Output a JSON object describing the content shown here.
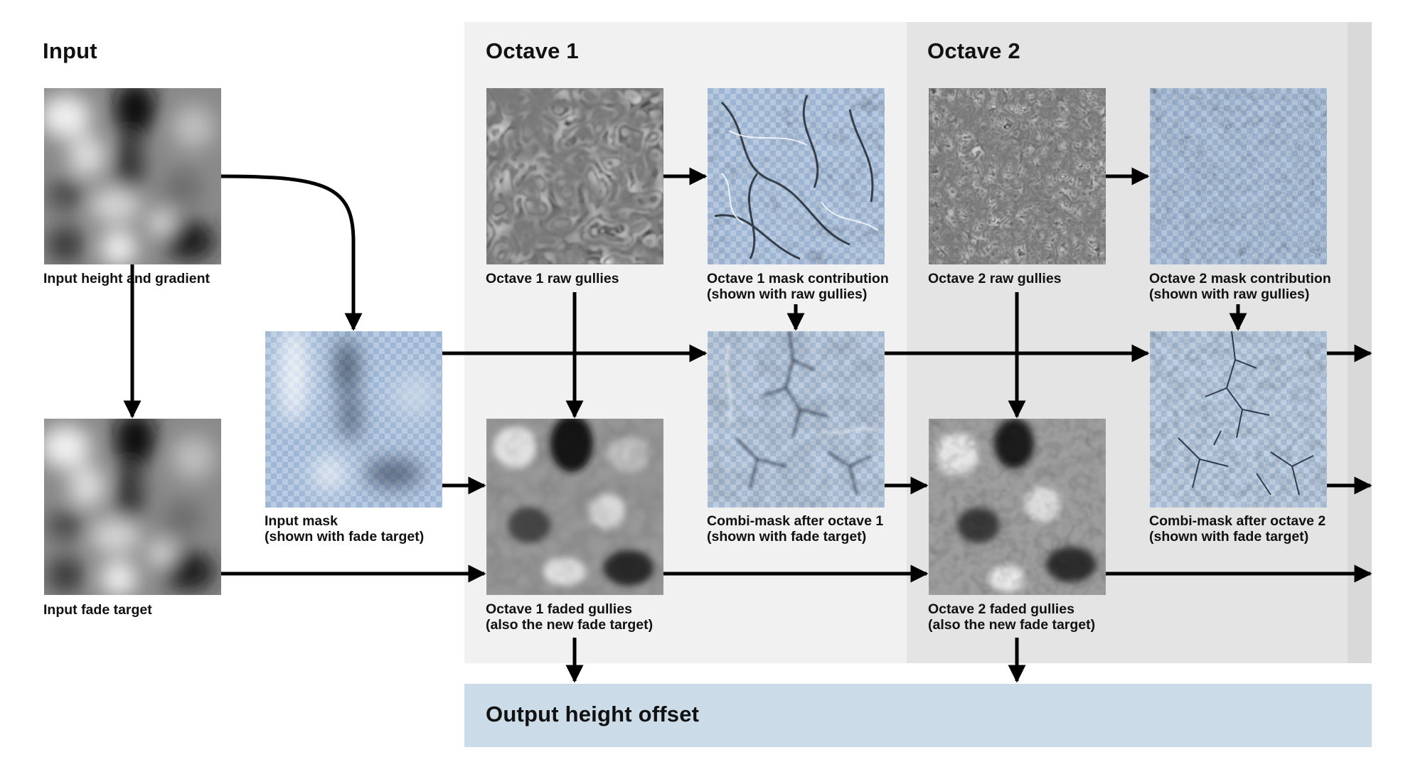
{
  "headings": {
    "input": "Input",
    "octave1": "Octave 1",
    "octave2": "Octave 2",
    "output": "Output height offset"
  },
  "captions": {
    "input_height": [
      "Input height and gradient"
    ],
    "input_fade": [
      "Input fade target"
    ],
    "input_mask": [
      "Input mask",
      "(shown with fade target)"
    ],
    "o1_raw": [
      "Octave 1 raw gullies"
    ],
    "o1_contrib": [
      "Octave 1 mask contribution",
      "(shown with raw gullies)"
    ],
    "o1_combi": [
      "Combi-mask after octave 1",
      "(shown with fade target)"
    ],
    "o1_faded": [
      "Octave 1 faded gullies",
      "(also the new fade target)"
    ],
    "o2_raw": [
      "Octave 2 raw gullies"
    ],
    "o2_contrib": [
      "Octave 2 mask contribution",
      "(shown with raw gullies)"
    ],
    "o2_combi": [
      "Combi-mask after octave 2",
      "(shown with fade target)"
    ],
    "o2_faded": [
      "Octave 2 faded gullies",
      "(also the new fade target)"
    ]
  },
  "colors": {
    "octave1_panel": "#f1f1f1",
    "octave2_panel": "#e4e4e4",
    "next_octave_panel": "#d9d9d9",
    "output_panel": "#cbdbe8",
    "mask_tint": "#8fb0d4",
    "arrow": "#000000"
  }
}
